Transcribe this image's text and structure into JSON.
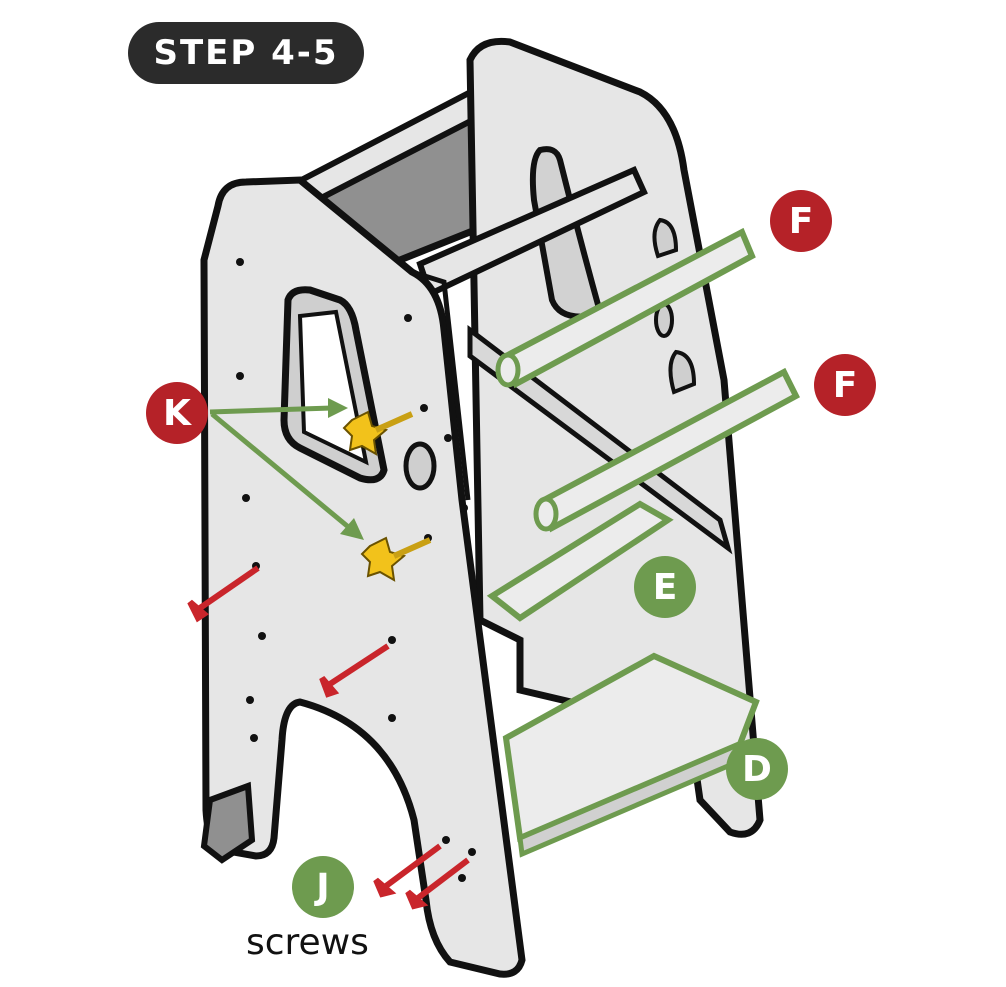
{
  "step_label": "STEP 4-5",
  "parts": {
    "F_top": "F",
    "F_bottom": "F",
    "K": "K",
    "E": "E",
    "D": "D",
    "J": "J"
  },
  "caption": "screws",
  "colors": {
    "red_badge": "#b52228",
    "green_badge": "#6e9b4f",
    "green_outline": "#6e9b4f",
    "screw": "#c9252b",
    "wingnut": "#f2c21b",
    "panel": "#e6e6e6",
    "back_panel": "#909090",
    "outline": "#111111"
  }
}
